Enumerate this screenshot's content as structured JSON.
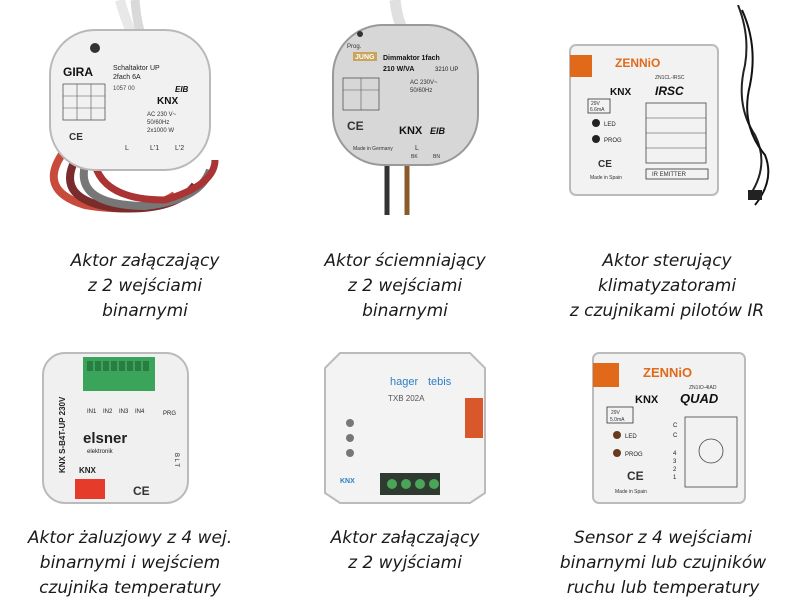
{
  "captions": [
    {
      "lines": [
        "Aktor załączający",
        "z 2 wejściami",
        "binarnymi"
      ]
    },
    {
      "lines": [
        "Aktor ściemniający",
        "z 2 wejściami",
        "binarnymi"
      ]
    },
    {
      "lines": [
        "Aktor sterujący",
        "klimatyzatorami",
        "z czujnikami pilotów IR"
      ]
    },
    {
      "lines": [
        "Aktor żaluzjowy z 4 wej.",
        "binarnymi i wejściem",
        "czujnika temperatury"
      ]
    },
    {
      "lines": [
        "Aktor załączający",
        "z 2 wyjściami"
      ]
    },
    {
      "lines": [
        "Sensor z 4 wejściami",
        "binarnymi lub czujników",
        "ruchu lub temperatury"
      ]
    }
  ],
  "devices": {
    "gira": {
      "brand": "GIRA",
      "model": "Schaltaktor UP",
      "variant": "2fach 6A",
      "code": "1057 00",
      "knx": "KNX",
      "eib": "EIB",
      "rating": "AC 230 V~",
      "freq": "50/60Hz",
      "power": "2x1000 W",
      "terms": [
        "L",
        "L'1",
        "L'2"
      ]
    },
    "jung": {
      "brand": "JUNG",
      "model": "Dimmaktor 1fach",
      "rating": "210 W/VA",
      "code": "3210 UP",
      "ac": "AC 230V~",
      "freq": "50/60Hz",
      "knx": "KNX",
      "eib": "EIB",
      "made": "Made in Germany",
      "prog": "Prog.",
      "terms": [
        "L",
        "BK",
        "BN"
      ]
    },
    "zennio_irsc": {
      "brand": "ZENNiO",
      "model": "ZN1CL-IRSC",
      "knx": "KNX",
      "product": "IRSC",
      "voltage": "29V",
      "current": "6.6mA",
      "led": "LED",
      "prog": "PROG",
      "made": "Made in Spain",
      "emitter": "IR EMITTER"
    },
    "elsner": {
      "brand": "elsner",
      "sub": "elektronik",
      "model": "KNX S-B4T-UP 230V",
      "knx": "KNX",
      "inputs": [
        "IN1",
        "IN2",
        "IN3",
        "IN4"
      ],
      "prg": "PRG",
      "term": "B L T"
    },
    "hager": {
      "brand": "hager",
      "brand2": "tebis",
      "model": "TXB 202A",
      "knx": "KNX"
    },
    "zennio_quad": {
      "brand": "ZENNiO",
      "model": "ZN1IO-4IAD",
      "knx": "KNX",
      "product": "QUAD",
      "voltage": "29V",
      "current": "5.0mA",
      "led": "LED",
      "prog": "PROG",
      "made": "Made in Spain"
    }
  }
}
